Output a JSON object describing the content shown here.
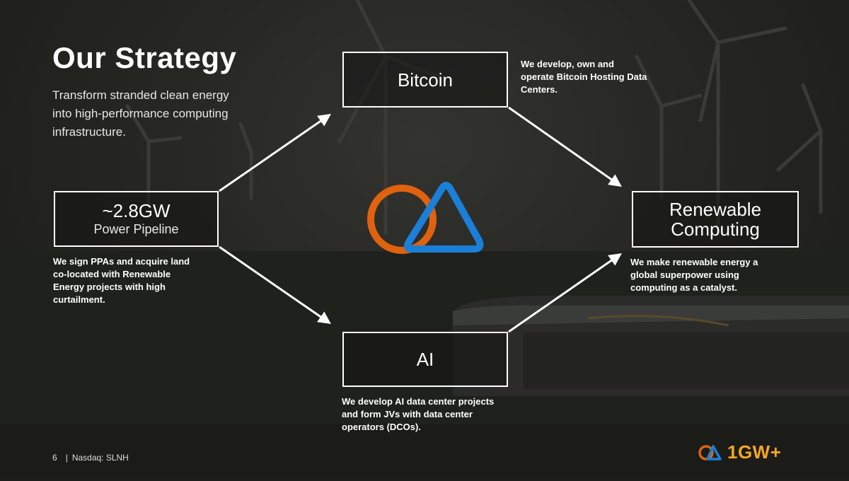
{
  "slide": {
    "title": "Our Strategy",
    "subtitle": "Transform stranded clean energy into high-performance computing infrastructure."
  },
  "nodes": {
    "pipeline": {
      "main": "~2.8GW",
      "sub": "Power Pipeline",
      "desc": "We sign PPAs and acquire land co-located with Renewable Energy projects with high curtailment."
    },
    "bitcoin": {
      "main": "Bitcoin",
      "desc": "We develop, own and operate Bitcoin Hosting Data Centers."
    },
    "ai": {
      "main": "AI",
      "desc": "We develop AI data center projects and form JVs with data center operators (DCOs)."
    },
    "renewable": {
      "main": "Renewable Computing",
      "desc": "We make renewable energy a global superpower using computing as a catalyst."
    }
  },
  "footer": {
    "page_number": "6",
    "ticker": "Nasdaq: SLNH"
  },
  "brand": {
    "name": "1GW+"
  },
  "colors": {
    "logo_orange": "#e0620f",
    "logo_blue": "#1b7fd8",
    "brand_yellow": "#f5a524",
    "arrow": "#ffffff"
  }
}
